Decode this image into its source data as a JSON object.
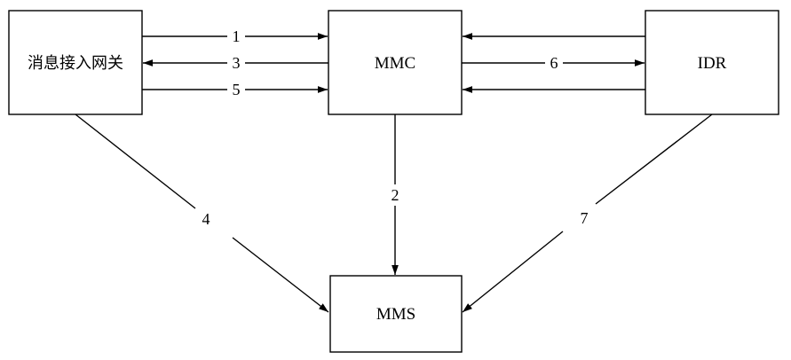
{
  "nodes": {
    "gateway": {
      "label": "消息接入网关"
    },
    "mmc": {
      "label": "MMC"
    },
    "idr": {
      "label": "IDR"
    },
    "mms": {
      "label": "MMS"
    }
  },
  "edges": [
    {
      "id": "e1",
      "from": "gateway",
      "to": "mmc",
      "label": "1"
    },
    {
      "id": "e2",
      "from": "mmc",
      "to": "mms",
      "label": "2"
    },
    {
      "id": "e3",
      "from": "mmc",
      "to": "gateway",
      "label": "3"
    },
    {
      "id": "e4",
      "from": "gateway",
      "to": "mms",
      "label": "4"
    },
    {
      "id": "e5",
      "from": "gateway",
      "to": "mmc",
      "label": "5"
    },
    {
      "id": "e6",
      "from": "mmc",
      "to": "idr",
      "label": "6"
    },
    {
      "id": "e7",
      "from": "idr",
      "to": "mms",
      "label": "7"
    },
    {
      "id": "e8",
      "from": "idr",
      "to": "mmc",
      "label": ""
    },
    {
      "id": "e9",
      "from": "idr",
      "to": "mmc",
      "label": ""
    }
  ],
  "colors": {
    "stroke": "#000000",
    "background": "#ffffff"
  }
}
